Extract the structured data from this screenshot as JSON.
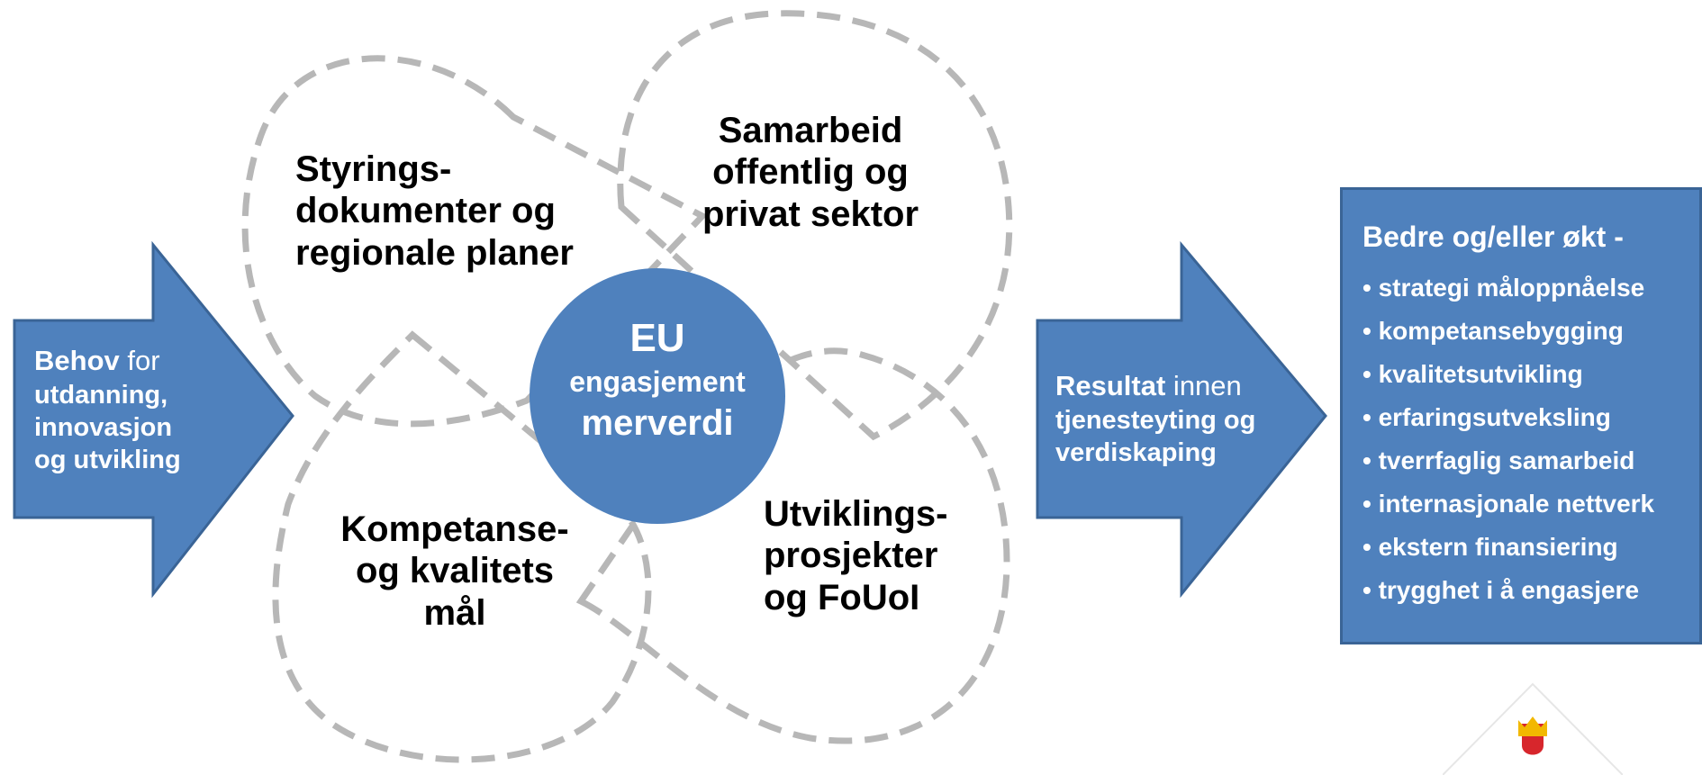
{
  "colors": {
    "accent": "#4f81bd",
    "accent_border": "#3a6496",
    "dashed_outline": "#b7b7b7",
    "text_dark": "#000000",
    "text_light": "#ffffff",
    "crest_gold": "#f2b800",
    "crest_red": "#d7262c"
  },
  "petals": {
    "top_left": [
      "Styrings-",
      "dokumenter og",
      "regionale planer"
    ],
    "top_right": [
      "Samarbeid",
      "offentlig og",
      "privat sektor"
    ],
    "bottom_left": [
      "Kompetanse-",
      "og kvalitets",
      "mål"
    ],
    "bottom_right": [
      "Utviklings-",
      "prosjekter",
      "og FoUoI"
    ]
  },
  "center": {
    "line1": "EU",
    "line2": "engasjement",
    "line3": "merverdi"
  },
  "left_arrow": {
    "bold": "Behov",
    "rest": " for",
    "lines": [
      "utdanning,",
      "innovasjon",
      "og utvikling"
    ]
  },
  "right_arrow": {
    "bold": "Resultat",
    "rest": " innen",
    "lines": [
      "tjenesteyting og",
      "verdiskaping"
    ]
  },
  "results": {
    "title": "Bedre og/eller økt -",
    "items": [
      "• strategi måloppnåelse",
      "• kompetansebygging",
      "• kvalitetsutvikling",
      "• erfaringsutveksling",
      "• tverrfaglig samarbeid",
      "• internasjonale nettverk",
      "• ekstern finansiering",
      "• trygghet i å engasjere"
    ]
  },
  "logo": {
    "icon": "crown-shield-icon"
  }
}
